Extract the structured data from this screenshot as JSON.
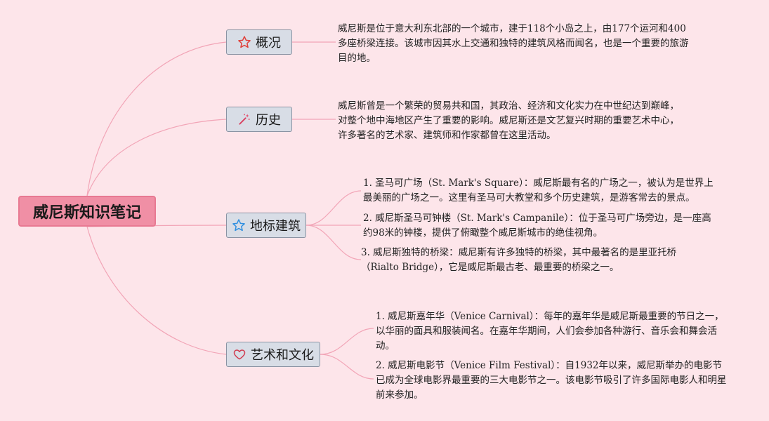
{
  "root": {
    "title": "威尼斯知识笔记"
  },
  "branches": [
    {
      "label": "概况",
      "icon": "star-outline-icon",
      "text": "威尼斯是位于意大利东北部的一个城市，建于118个小岛之上，由177个运河和400多座桥梁连接。该城市因其水上交通和独特的建筑风格而闻名，也是一个重要的旅游目的地。"
    },
    {
      "label": "历史",
      "icon": "magic-wand-icon",
      "text": "威尼斯曾是一个繁荣的贸易共和国，其政治、经济和文化实力在中世纪达到巅峰，对整个地中海地区产生了重要的影响。威尼斯还是文艺复兴时期的重要艺术中心，许多著名的艺术家、建筑师和作家都曾在这里活动。"
    },
    {
      "label": "地标建筑",
      "icon": "star-blue-icon",
      "items": [
        "1. 圣马可广场（St. Mark's Square）：威尼斯最有名的广场之一，被认为是世界上最美丽的广场之一。这里有圣马可大教堂和多个历史建筑，是游客常去的景点。",
        "2. 威尼斯圣马可钟楼（St. Mark's Campanile）：位于圣马可广场旁边，是一座高约98米的钟楼，提供了俯瞰整个威尼斯城市的绝佳视角。",
        "3. 威尼斯独特的桥梁：威尼斯有许多独特的桥梁，其中最著名的是里亚托桥（Rialto Bridge），它是威尼斯最古老、最重要的桥梁之一。"
      ]
    },
    {
      "label": "艺术和文化",
      "icon": "heart-outline-icon",
      "items": [
        "1. 威尼斯嘉年华（Venice Carnival）：每年的嘉年华是威尼斯最重要的节日之一，以华丽的面具和服装闻名。在嘉年华期间，人们会参加各种游行、音乐会和舞会活动。",
        "2. 威尼斯电影节（Venice Film Festival）：自1932年以来，威尼斯举办的电影节已成为全球电影界最重要的三大电影节之一。该电影节吸引了许多国际电影人和明星前来参加。"
      ]
    }
  ],
  "colors": {
    "background": "#fde5ea",
    "root": "#f08fa5",
    "node": "#d8dde6",
    "link": "#f2a5b7"
  }
}
